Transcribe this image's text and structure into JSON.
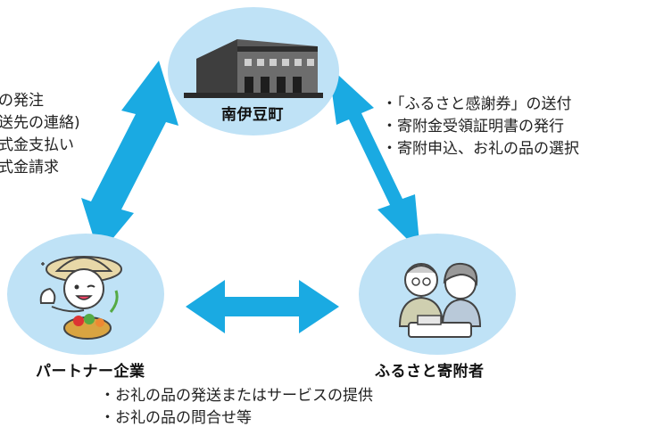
{
  "colors": {
    "circle_fill": "#bfe2f6",
    "arrow_fill": "#1aaae2"
  },
  "nodes": {
    "town": {
      "label": "南伊豆町",
      "icon": "town-hall-building-icon"
    },
    "partner": {
      "label": "パートナー企業",
      "icon": "farmer-girl-with-vegetables-icon"
    },
    "donor": {
      "label": "ふるさと寄附者",
      "icon": "elderly-couple-icon"
    }
  },
  "notes": {
    "town_partner": [
      "の発注",
      "送先の連絡)",
      "式金支払い",
      "式金請求"
    ],
    "town_donor": [
      "・「ふるさと感謝券」の送付",
      "・寄附金受領証明書の発行",
      "・寄附申込、お礼の品の選択"
    ],
    "partner_donor": [
      "・お礼の品の発送またはサービスの提供",
      "・お礼の品の問合せ等"
    ]
  }
}
